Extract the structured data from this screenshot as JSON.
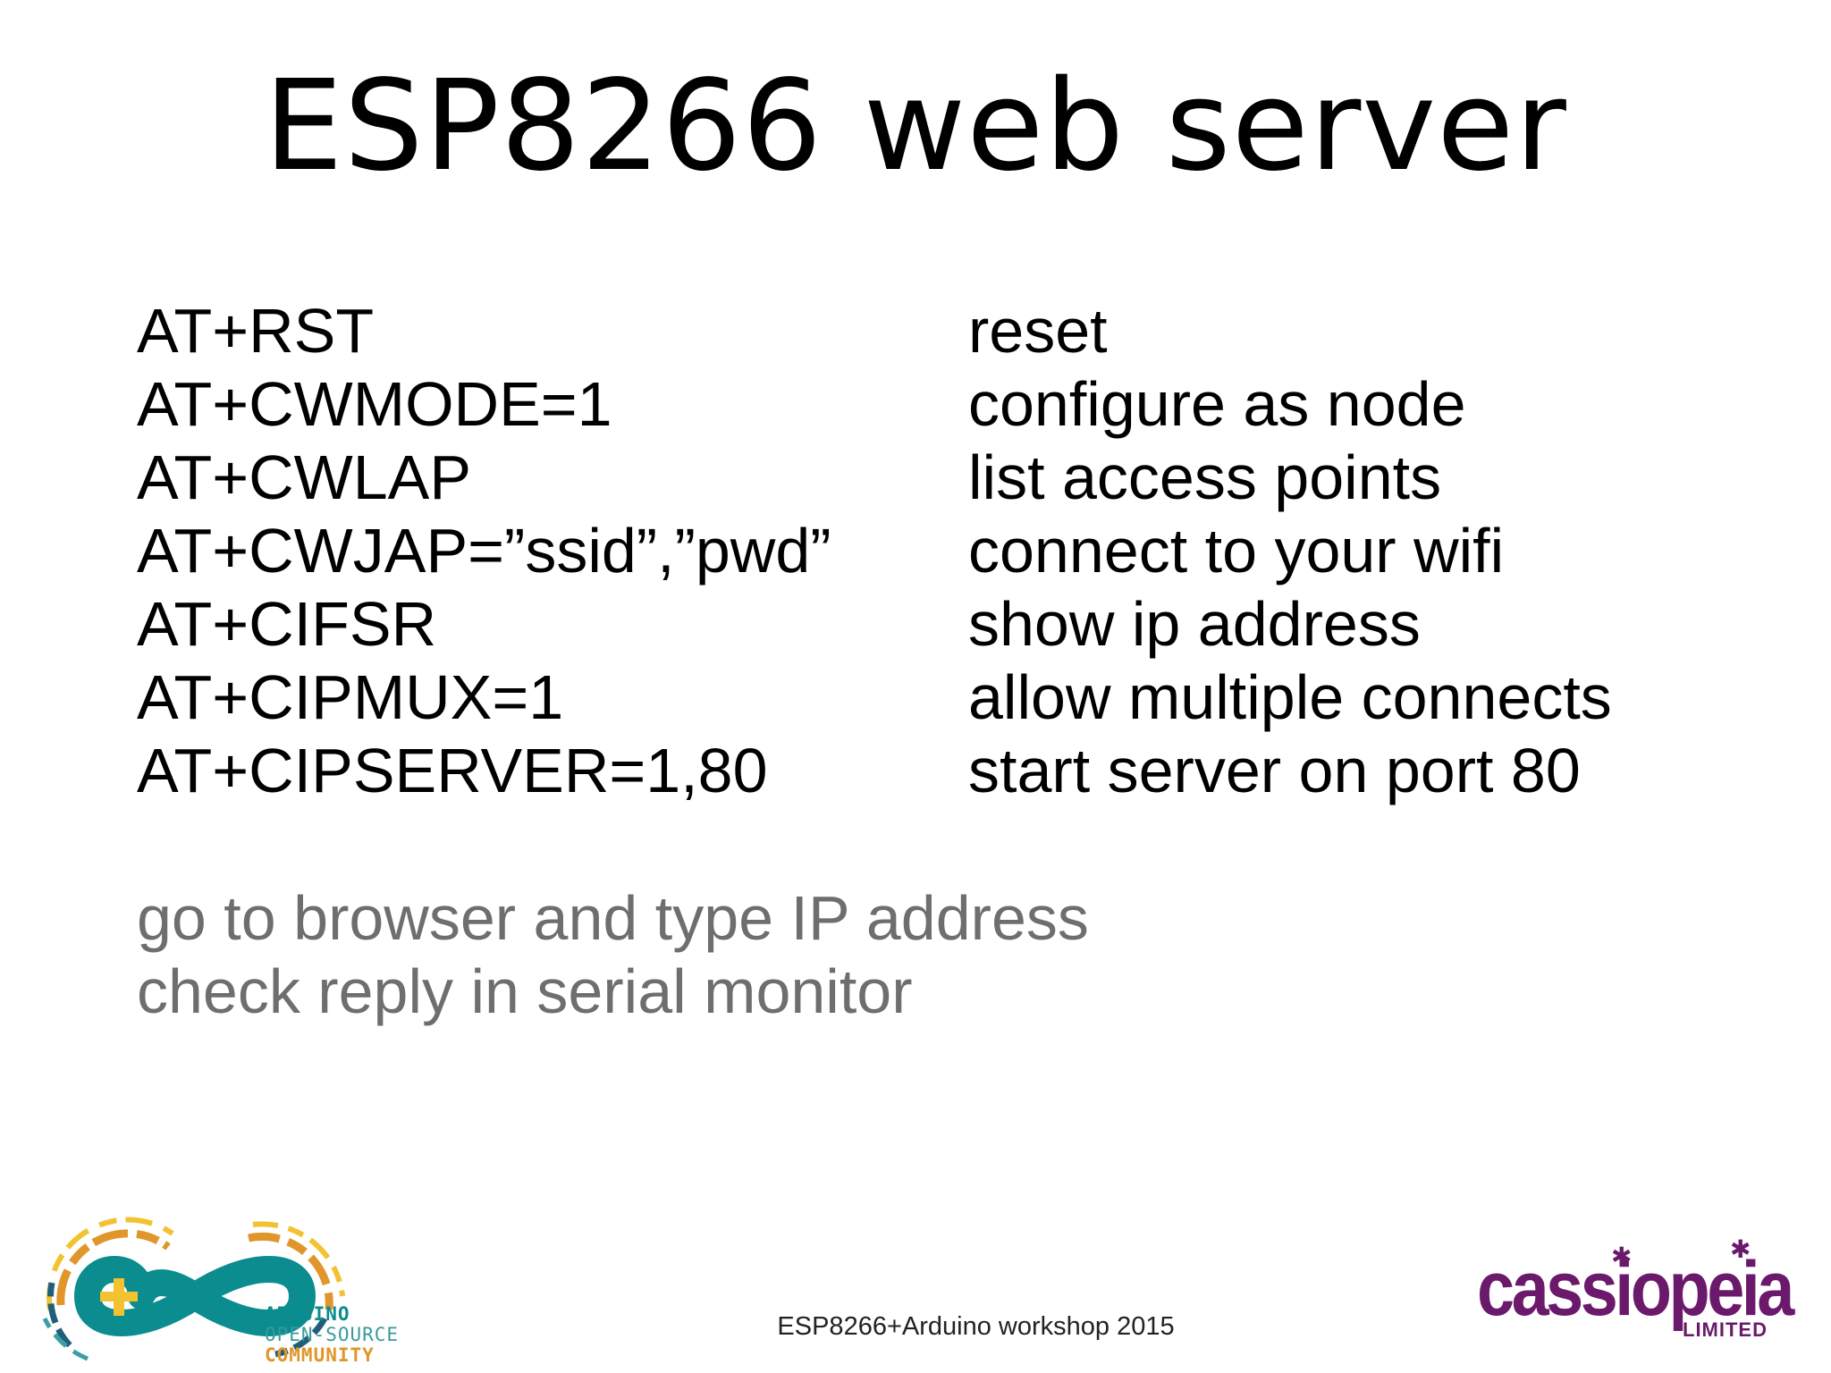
{
  "slide": {
    "title": "ESP8266 web server",
    "commands": [
      {
        "code": "AT+RST",
        "desc": "reset"
      },
      {
        "code": "AT+CWMODE=1",
        "desc": "configure as node"
      },
      {
        "code": "AT+CWLAP",
        "desc": "list access points"
      },
      {
        "code": "AT+CWJAP=”ssid”,”pwd”",
        "desc": "connect to your wifi"
      },
      {
        "code": "AT+CIFSR",
        "desc": "show ip address"
      },
      {
        "code": "AT+CIPMUX=1",
        "desc": "allow multiple connects"
      },
      {
        "code": "AT+CIPSERVER=1,80",
        "desc": "start server on port 80"
      }
    ],
    "notes": [
      "go to browser and type IP address",
      "check reply in serial monitor"
    ],
    "footer": "ESP8266+Arduino workshop 2015"
  },
  "logos": {
    "arduino": {
      "line1": "ARDUINO",
      "line2": "OPEN-SOURCE",
      "line3": "COMMUNITY",
      "colors": {
        "teal": "#0b8c8f",
        "orange": "#e0962a",
        "yellow": "#f2c230",
        "darkblue": "#1f5f7a"
      }
    },
    "cassiopeia": {
      "word": "cassiopeia",
      "sub": "LIMITED",
      "color": "#6b1a6b"
    }
  }
}
